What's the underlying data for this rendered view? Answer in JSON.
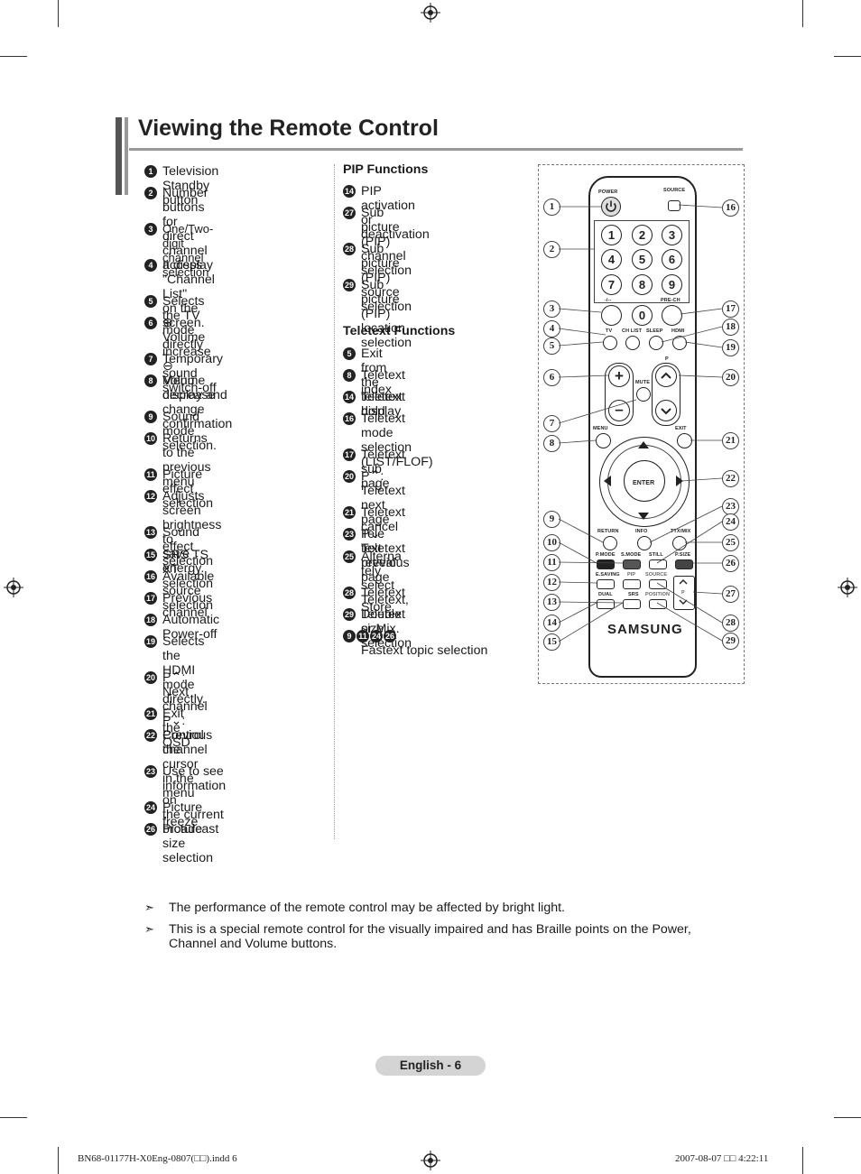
{
  "page": {
    "title": "Viewing the Remote Control",
    "page_label": "English - 6",
    "footer_file": "BN68-01177H-X0Eng-0807(□□).indd   6",
    "footer_date": "2007-08-07   □□ 4:22:11"
  },
  "left_list": [
    {
      "num": "1",
      "text": "Television Standby button"
    },
    {
      "num": "2",
      "text": "Number buttons for direct\nchannel access"
    },
    {
      "num": "3",
      "text": "One/Two-digit channel\nselection"
    },
    {
      "num": "4",
      "text": "It display \"Channel List\"\non the screen."
    },
    {
      "num": "5",
      "text": "Selects the TV mode directly"
    },
    {
      "num": "6",
      "text": "⊕ Volume increase\n⊖ Volume decrease"
    },
    {
      "num": "7",
      "text": "Temporary sound switch-off"
    },
    {
      "num": "8",
      "text": "Menu display and\nchange confirmation"
    },
    {
      "num": "9",
      "text": "Sound mode selection."
    },
    {
      "num": "10",
      "text": "Returns to the previous\nmenu"
    },
    {
      "num": "11",
      "text": "Picture effect selection"
    },
    {
      "num": "12",
      "text": "Adjusts screen brightness to\nsave energy."
    },
    {
      "num": "13",
      "text": "Sound effect selection"
    },
    {
      "num": "15",
      "text": "SRS TS XT selection"
    },
    {
      "num": "16",
      "text": "Available source selection"
    },
    {
      "num": "17",
      "text": "Previous channel"
    },
    {
      "num": "18",
      "text": "Automatic Power-off"
    },
    {
      "num": "19",
      "text": "Selects the HDMI mode\ndirectly."
    },
    {
      "num": "20",
      "text": "P⌃: Next channel\nP⌄: Previous channel"
    },
    {
      "num": "21",
      "text": "Exit the OSD"
    },
    {
      "num": "22",
      "text": "Control the cursor in the\nmenu"
    },
    {
      "num": "23",
      "text": "Use to see information on\nthe current broadcast"
    },
    {
      "num": "24",
      "text": "Picture freeze"
    },
    {
      "num": "26",
      "text": "Picture size selection"
    }
  ],
  "pip": {
    "heading": "PIP Functions",
    "items": [
      {
        "num": "14",
        "text": "PIP activation or deactivation"
      },
      {
        "num": "27",
        "text": "Sub picture (PIP) channel\nselection"
      },
      {
        "num": "28",
        "text": "Sub picture (PIP) source\nselection"
      },
      {
        "num": "29",
        "text": "Sub picture (PIP) location\nselection"
      }
    ]
  },
  "teletext": {
    "heading": "Teletext Functions",
    "items": [
      {
        "num": "5",
        "text": "Exit from the teletext display"
      },
      {
        "num": "8",
        "text": "Teletext index"
      },
      {
        "num": "14",
        "text": "Teletext hold"
      },
      {
        "num": "16",
        "text": "Teletext mode selection\n(LIST/FLOF)"
      },
      {
        "num": "17",
        "text": "Teletext sub page"
      },
      {
        "num": "20",
        "text": "P⌃: Teletext next page\nP⌄: Teletext previous page"
      },
      {
        "num": "21",
        "text": "Teletext cancel"
      },
      {
        "num": "23",
        "text": "Tele text reveal"
      },
      {
        "num": "25",
        "text": "Alterna tely select Teletext,\nDouble or Mix."
      },
      {
        "num": "28",
        "text": "Teletext Store"
      },
      {
        "num": "29",
        "text": "Teletext size selection"
      }
    ],
    "fastext_nums": [
      "9",
      "11",
      "24",
      "26"
    ],
    "fastext_text": "Fastext topic selection"
  },
  "remote": {
    "brand": "SAMSUNG",
    "labels": {
      "power": "POWER",
      "source": "SOURCE",
      "pre_ch": "PRE-CH",
      "dash": "-/--",
      "tv": "TV",
      "ch_list": "CH LIST",
      "sleep": "SLEEP",
      "hdmi": "HDMI",
      "p": "P",
      "mute": "MUTE",
      "menu": "MENU",
      "exit": "EXIT",
      "enter": "ENTER",
      "return": "RETURN",
      "info": "INFO",
      "ttx_mix": "TTX/MIX",
      "p_mode": "P.MODE",
      "s_mode": "S.MODE",
      "still": "STILL",
      "p_size": "P.SIZE",
      "e_saving": "E.SAVING",
      "pip": "PIP",
      "source2": "SOURCE",
      "dual": "DUAL",
      "srs": "SRS",
      "position": "POSITION",
      "p2": "P"
    },
    "digits": [
      "1",
      "2",
      "3",
      "4",
      "5",
      "6",
      "7",
      "8",
      "9",
      "0"
    ],
    "callouts_left": [
      "1",
      "2",
      "3",
      "4",
      "5",
      "6",
      "7",
      "8",
      "9",
      "10",
      "11",
      "12",
      "13",
      "14",
      "15"
    ],
    "callouts_right": [
      "16",
      "17",
      "18",
      "19",
      "20",
      "21",
      "22",
      "23",
      "24",
      "25",
      "26",
      "27",
      "28",
      "29"
    ]
  },
  "notes": [
    {
      "arrow": "➣",
      "text": "The performance of the remote control may be affected by bright light."
    },
    {
      "arrow": "➣",
      "text": "This is a special remote control for the visually impaired and has Braille points on the Power,\nChannel and Volume buttons."
    }
  ]
}
